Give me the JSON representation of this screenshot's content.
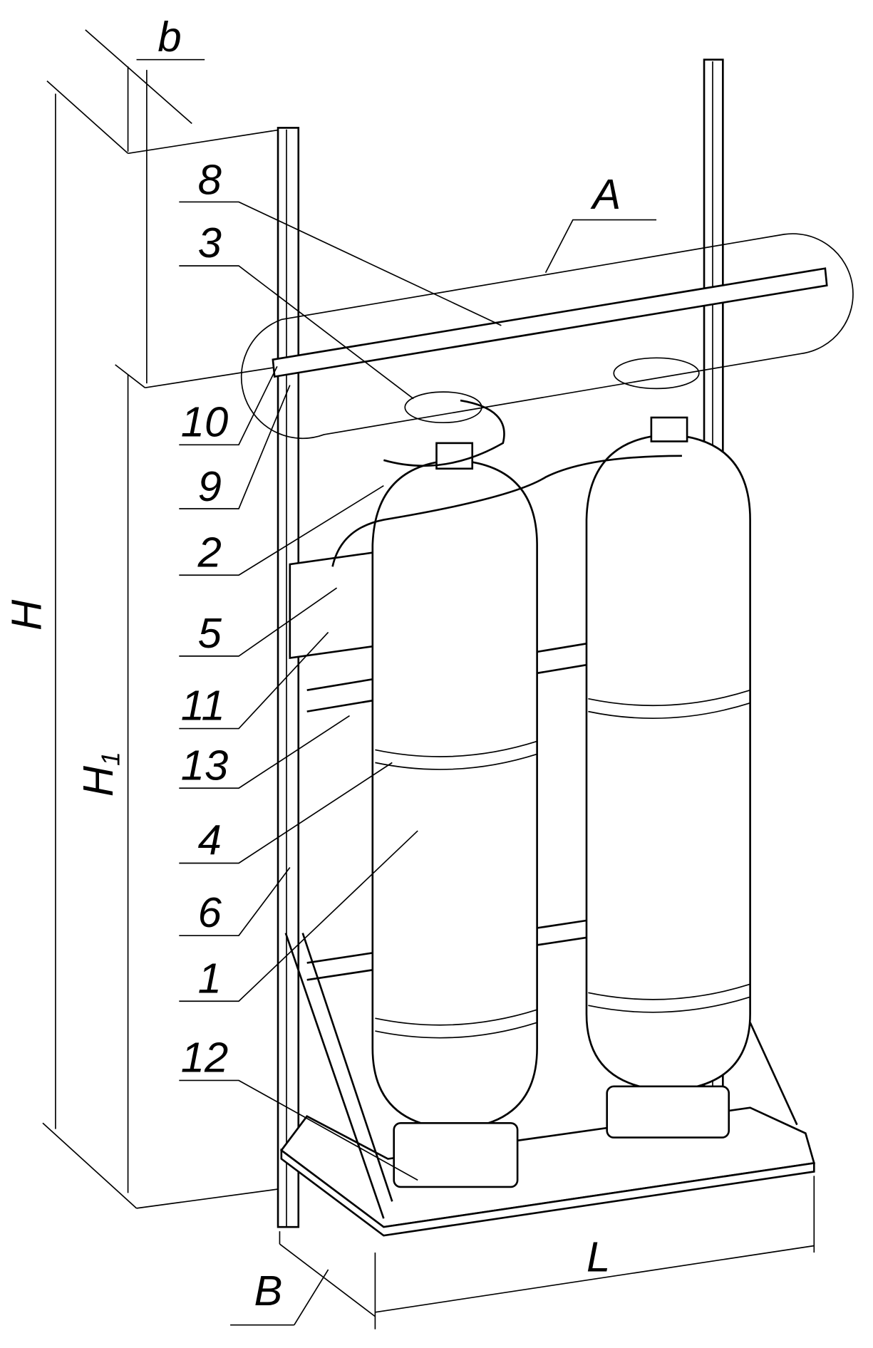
{
  "figure": {
    "callouts": [
      "8",
      "3",
      "10",
      "9",
      "2",
      "5",
      "11",
      "13",
      "4",
      "6",
      "1",
      "12"
    ],
    "detail_label": "A",
    "dimensions": {
      "b": "b",
      "H": "H",
      "H1_main": "H",
      "H1_sub": "1",
      "B": "B",
      "L": "L"
    }
  }
}
